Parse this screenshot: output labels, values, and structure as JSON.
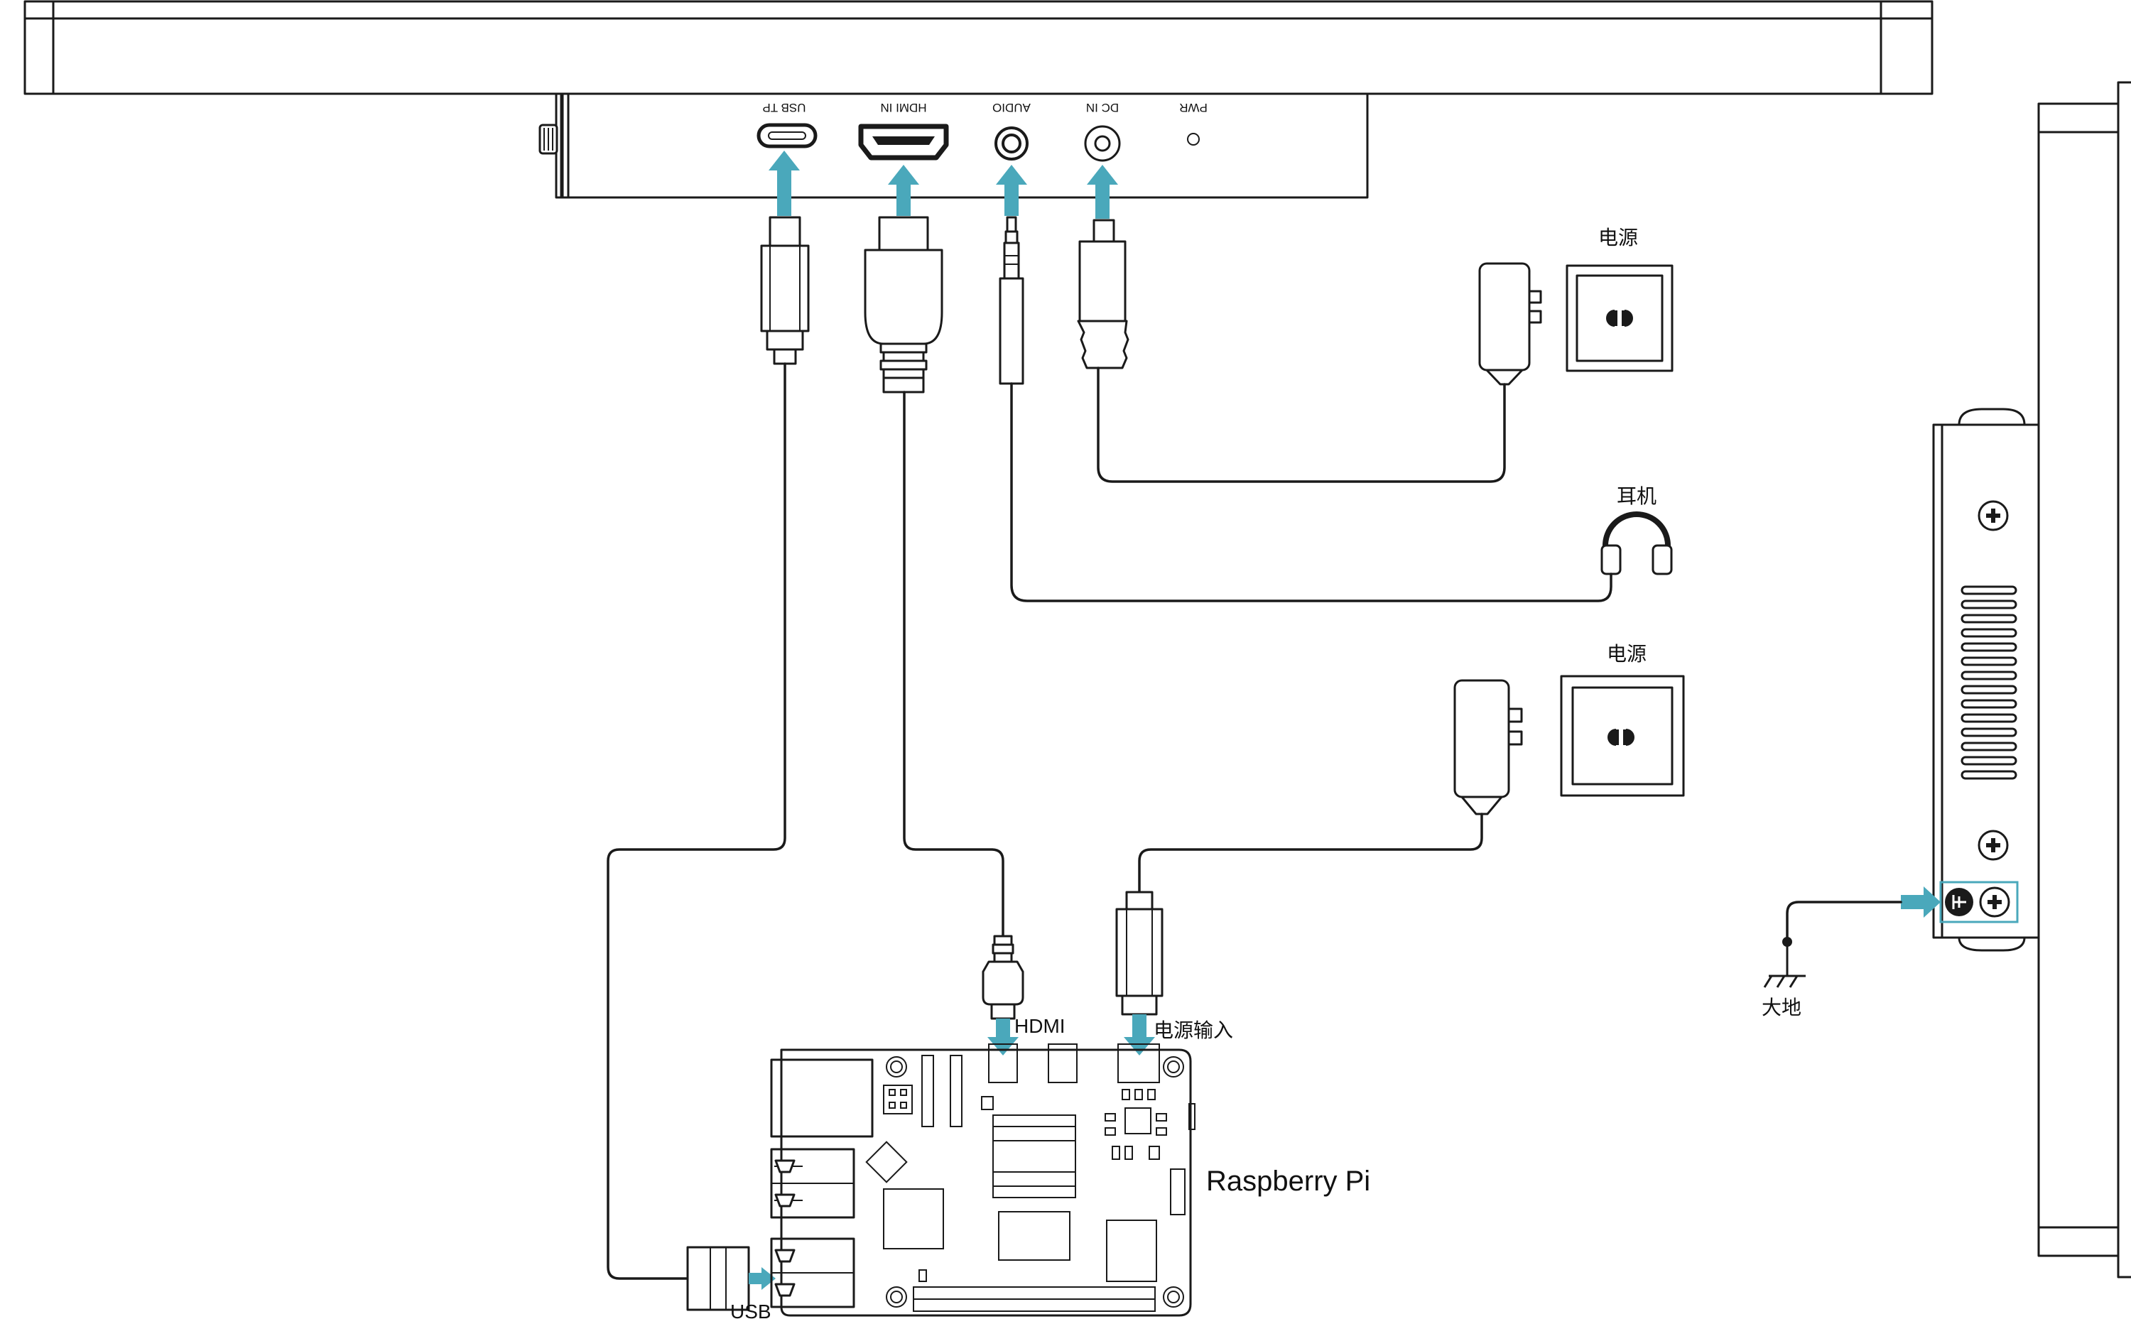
{
  "ports": {
    "usb_tp": "USB TP",
    "hdmi_in": "HDMI IN",
    "audio": "AUDIO",
    "dc_in": "DC IN",
    "pwr": "PWR"
  },
  "labels": {
    "power_top": "电源",
    "headphones": "耳机",
    "power_bottom": "电源",
    "ground": "大地",
    "pi_hdmi": "HDMI",
    "pi_power_in": "电源输入",
    "pi_usb": "USB",
    "raspberry_pi": "Raspberry Pi"
  },
  "colors": {
    "accent": "#4aa8bb",
    "line": "#1a1a1a"
  }
}
